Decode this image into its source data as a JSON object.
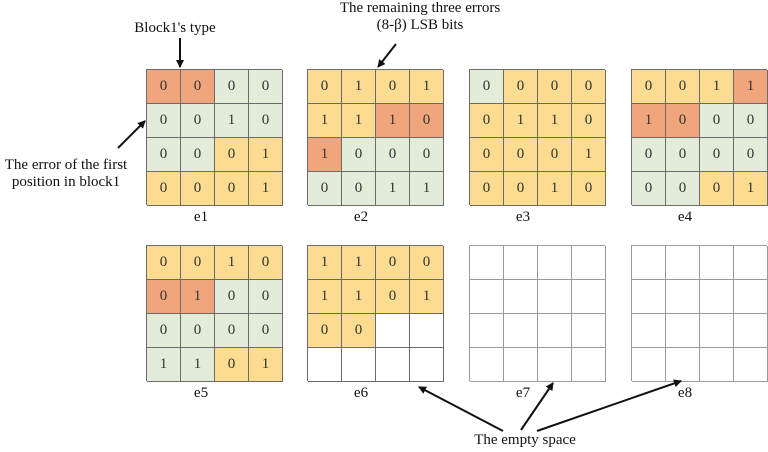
{
  "colors": {
    "G": "#e2ecd9",
    "Y": "#fbdc90",
    "O": "#f1a57c",
    "W": "#ffffff"
  },
  "annotations": {
    "block_type": "Block1's type",
    "remaining_line1": "The remaining three errors",
    "remaining_line2": "(8-β) LSB bits",
    "first_error_line1": "The error of the first",
    "first_error_line2": "position in block1",
    "empty_space": "The empty space"
  },
  "blocks": [
    {
      "label": "e1",
      "values": [
        "0",
        "0",
        "0",
        "0",
        "0",
        "0",
        "1",
        "0",
        "0",
        "0",
        "0",
        "1",
        "0",
        "0",
        "0",
        "1"
      ],
      "colors": [
        "O",
        "O",
        "G",
        "G",
        "G",
        "G",
        "G",
        "G",
        "G",
        "G",
        "Y",
        "Y",
        "Y",
        "Y",
        "Y",
        "Y"
      ]
    },
    {
      "label": "e2",
      "values": [
        "0",
        "1",
        "0",
        "1",
        "1",
        "1",
        "1",
        "0",
        "1",
        "0",
        "0",
        "0",
        "0",
        "0",
        "1",
        "1"
      ],
      "colors": [
        "Y",
        "Y",
        "Y",
        "Y",
        "Y",
        "Y",
        "O",
        "O",
        "O",
        "G",
        "G",
        "G",
        "G",
        "G",
        "G",
        "G"
      ]
    },
    {
      "label": "e3",
      "values": [
        "0",
        "0",
        "0",
        "0",
        "0",
        "1",
        "1",
        "0",
        "0",
        "0",
        "0",
        "1",
        "0",
        "0",
        "1",
        "0"
      ],
      "colors": [
        "G",
        "Y",
        "Y",
        "Y",
        "Y",
        "Y",
        "Y",
        "Y",
        "Y",
        "Y",
        "Y",
        "Y",
        "Y",
        "Y",
        "Y",
        "Y"
      ]
    },
    {
      "label": "e4",
      "values": [
        "0",
        "0",
        "1",
        "1",
        "1",
        "0",
        "0",
        "0",
        "0",
        "0",
        "0",
        "0",
        "0",
        "0",
        "0",
        "1"
      ],
      "colors": [
        "Y",
        "Y",
        "Y",
        "O",
        "O",
        "O",
        "G",
        "G",
        "G",
        "G",
        "G",
        "G",
        "G",
        "G",
        "Y",
        "Y"
      ]
    },
    {
      "label": "e5",
      "values": [
        "0",
        "0",
        "1",
        "0",
        "0",
        "1",
        "0",
        "0",
        "0",
        "0",
        "0",
        "0",
        "1",
        "1",
        "0",
        "1"
      ],
      "colors": [
        "Y",
        "Y",
        "Y",
        "Y",
        "O",
        "O",
        "G",
        "G",
        "G",
        "G",
        "G",
        "G",
        "G",
        "G",
        "Y",
        "Y"
      ]
    },
    {
      "label": "e6",
      "values": [
        "1",
        "1",
        "0",
        "0",
        "1",
        "1",
        "0",
        "1",
        "0",
        "0",
        "",
        "",
        "",
        "",
        "",
        ""
      ],
      "colors": [
        "Y",
        "Y",
        "Y",
        "Y",
        "Y",
        "Y",
        "Y",
        "Y",
        "Y",
        "Y",
        "W",
        "W",
        "W",
        "W",
        "W",
        "W"
      ]
    },
    {
      "label": "e7",
      "values": [
        "",
        "",
        "",
        "",
        "",
        "",
        "",
        "",
        "",
        "",
        "",
        "",
        "",
        "",
        "",
        ""
      ],
      "colors": [
        "W",
        "W",
        "W",
        "W",
        "W",
        "W",
        "W",
        "W",
        "W",
        "W",
        "W",
        "W",
        "W",
        "W",
        "W",
        "W"
      ]
    },
    {
      "label": "e8",
      "values": [
        "",
        "",
        "",
        "",
        "",
        "",
        "",
        "",
        "",
        "",
        "",
        "",
        "",
        "",
        "",
        ""
      ],
      "colors": [
        "W",
        "W",
        "W",
        "W",
        "W",
        "W",
        "W",
        "W",
        "W",
        "W",
        "W",
        "W",
        "W",
        "W",
        "W",
        "W"
      ]
    }
  ]
}
